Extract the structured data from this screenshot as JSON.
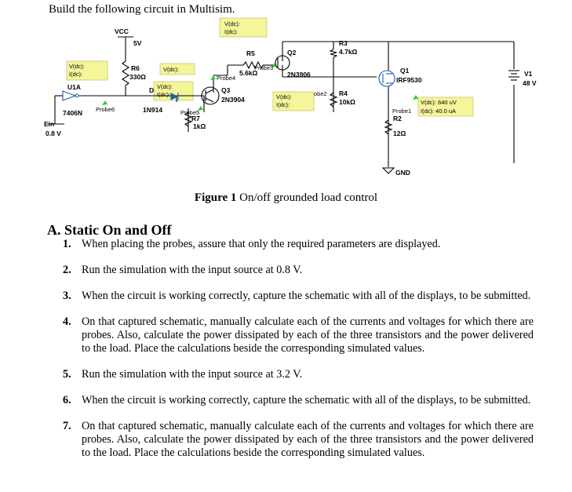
{
  "heading": "Build the following circuit in Multisim.",
  "figure": {
    "number": "Figure 1",
    "caption": "On/off grounded load control"
  },
  "schematic": {
    "vcc": {
      "name": "VCC",
      "value": "5V"
    },
    "resistors": [
      {
        "ref": "R6",
        "value": "330Ω"
      },
      {
        "ref": "R5",
        "value": "5.6kΩ"
      },
      {
        "ref": "R3",
        "value": "4.7kΩ"
      },
      {
        "ref": "R4",
        "value": "10kΩ"
      },
      {
        "ref": "R7",
        "value": "1kΩ"
      },
      {
        "ref": "R2",
        "value": "12Ω"
      }
    ],
    "components": {
      "u1a_ref": "U1A",
      "u1a_part": "7406N",
      "diode_ref": "D",
      "diode_part": "1N914",
      "q3_ref": "Q3",
      "q3_part": "2N3904",
      "q2_ref": "Q2",
      "q2_part": "2N3906",
      "q1_ref": "Q1",
      "q1_part": "IRF9530",
      "v1_ref": "V1",
      "v1_value": "48 V",
      "ein_ref": "Ein",
      "ein_value": "0.8 V",
      "gnd": "GND"
    },
    "probes": {
      "p1": "Probe1",
      "p2": "obe2",
      "p3": "Probe3",
      "p4": "Probe4",
      "p5": "Probe5",
      "p6": "Probe6"
    },
    "readouts": {
      "vdc": "V(dc):",
      "idc": "I(dc):",
      "q1_v": "V(dc): 640 uV",
      "q1_i": "I(dc): 40.0 uA"
    }
  },
  "section_title": "A. Static On and Off",
  "steps": [
    {
      "num": "1.",
      "text": "When placing the probes, assure that only the required parameters are displayed."
    },
    {
      "num": "2.",
      "text": "Run the simulation with the input source at 0.8 V."
    },
    {
      "num": "3.",
      "text": "When the circuit is working correctly, capture the schematic with all of the displays, to be submitted."
    },
    {
      "num": "4.",
      "text": "On that captured schematic, manually calculate each of the currents and voltages for which there are probes.  Also, calculate the power dissipated by each of the three transistors and the power delivered to the load.  Place the calculations beside the corresponding simulated values."
    },
    {
      "num": "5.",
      "text": "Run the simulation with the input source at 3.2 V."
    },
    {
      "num": "6.",
      "text": "When the circuit is working correctly, capture the schematic with all of the displays, to be submitted."
    },
    {
      "num": "7.",
      "text": "On that captured schematic, manually calculate each of the currents and voltages for which there are probes.  Also, calculate the power dissipated by each of the three transistors and the power delivered to the load.  Place the calculations beside the corresponding simulated values."
    }
  ],
  "colors": {
    "wire": "#000000",
    "probe_box": "#f5f59a",
    "probe_border": "#c8c870",
    "probe_arrow": "#33cc33",
    "component_blue": "#1a5fb4"
  }
}
